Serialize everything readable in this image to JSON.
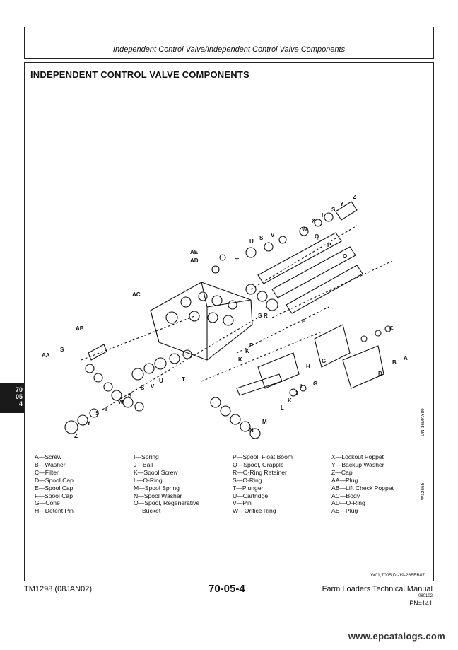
{
  "header": {
    "title": "Independent Control Valve/Independent Control Valve Components"
  },
  "section": {
    "title": "INDEPENDENT CONTROL VALVE COMPONENTS"
  },
  "figure": {
    "id_top": "-UN-16MAY89",
    "id_bottom": "W12665",
    "ref": "W01,7005,D     -19-26FEB87",
    "callouts": [
      "A",
      "B",
      "C",
      "D",
      "E",
      "F",
      "G",
      "H",
      "I",
      "J",
      "K",
      "L",
      "M",
      "N",
      "O",
      "P",
      "Q",
      "R",
      "S",
      "T",
      "U",
      "V",
      "W",
      "X",
      "Y",
      "Z",
      "AA",
      "AB",
      "AC",
      "AD",
      "AE"
    ]
  },
  "legend": {
    "col1": [
      "A—Screw",
      "B—Washer",
      "C—Filter",
      "D—Spool Cap",
      "E—Spool Cap",
      "F—Spool Cap",
      "G—Cone",
      "H—Detent Pin"
    ],
    "col2": [
      "I—Spring",
      "J—Ball",
      "K—Spool Screw",
      "L—O-Ring",
      "M—Spool Spring",
      "N—Spool Washer",
      "O—Spool, Regenerative",
      "     Bucket"
    ],
    "col3": [
      "P—Spool, Float Boom",
      "Q—Spool, Grapple",
      "R—O-Ring Retainer",
      "S—O-Ring",
      "T—Plunger",
      "U—Cartridge",
      "V—Pin",
      "W—Orifice Ring"
    ],
    "col4": [
      "X—Lockout Poppet",
      "Y—Backup Washer",
      "Z—Cap",
      "AA—Plug",
      "AB—Lift Check Poppet",
      "AC—Body",
      "AD—O-Ring",
      "AE—Plug"
    ]
  },
  "side_tab": {
    "line1": "70",
    "line2": "05",
    "line3": "4"
  },
  "footer": {
    "manual_code": "TM1298 (08JAN02)",
    "page_number": "70-05-4",
    "manual_title": "Farm Loaders Technical Manual",
    "date_code": "080102",
    "pn": "PN=141"
  },
  "watermark": "www.epcatalogs.com"
}
